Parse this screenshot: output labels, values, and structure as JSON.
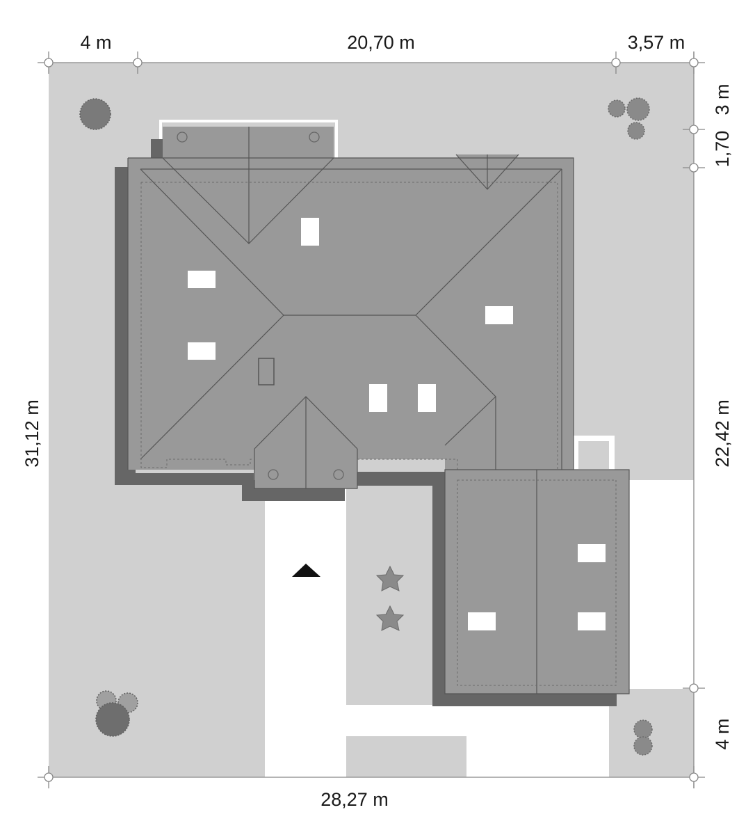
{
  "dimensions": {
    "top_left": "4 m",
    "top_middle": "20,70 m",
    "top_right": "3,57 m",
    "bottom": "28,27 m",
    "left": "31,12 m",
    "right_top": "3 m",
    "right_second": "1,70",
    "right_middle": "22,42 m",
    "right_bottom": "4 m"
  },
  "colors": {
    "plot": "#d0d0d0",
    "roof": "#999999",
    "roof_shadow": "#666666",
    "skylight": "#ffffff",
    "tree": "#7a7a7a",
    "entrance_arrow": "#111111"
  },
  "icons": {
    "entrance": "entrance-arrow-icon",
    "tree": "tree-icon",
    "shrub": "star-shrub-icon"
  }
}
